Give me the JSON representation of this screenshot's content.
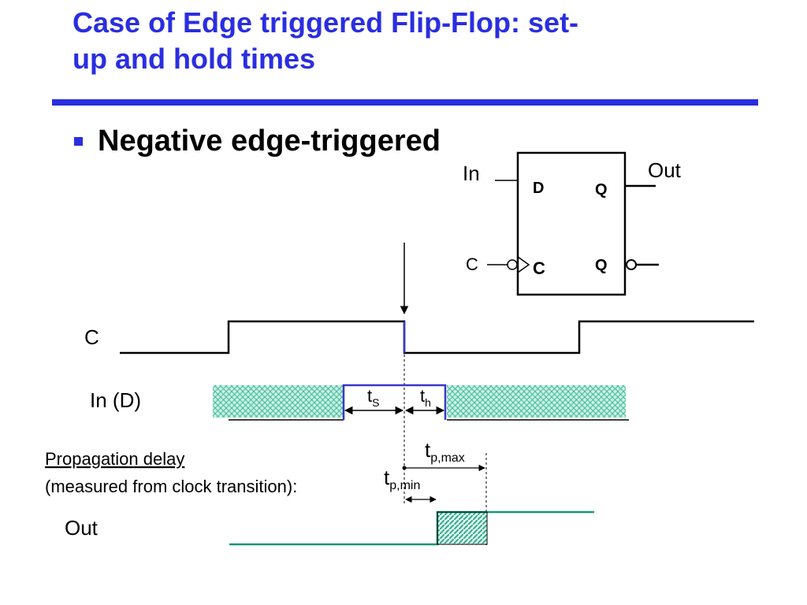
{
  "slide": {
    "title_line1": "Case of Edge triggered Flip-Flop: set-",
    "title_line2": "up and hold times",
    "bullet": "Negative edge-triggered"
  },
  "flipflop": {
    "in_label": "In",
    "out_label": "Out",
    "c_label": "C",
    "pin_d": "D",
    "pin_q": "Q",
    "pin_c": "C",
    "pin_qbar": "Q"
  },
  "timing": {
    "signal_c": "C",
    "signal_in": "In (D)",
    "signal_out": "Out",
    "ts_main": "t",
    "ts_sub": "S",
    "th_main": "t",
    "th_sub": "h",
    "tpmax_main": "t",
    "tpmax_sub": "p,max",
    "tpmin_main": "t",
    "tpmin_sub": "p,min",
    "prop_line1": "Propagation delay",
    "prop_line2": "(measured from clock transition):"
  },
  "colors": {
    "title": "#2a2ee0",
    "hatch": "#3bbf9c",
    "out_line": "#17957a",
    "window": "#3a36c8"
  }
}
